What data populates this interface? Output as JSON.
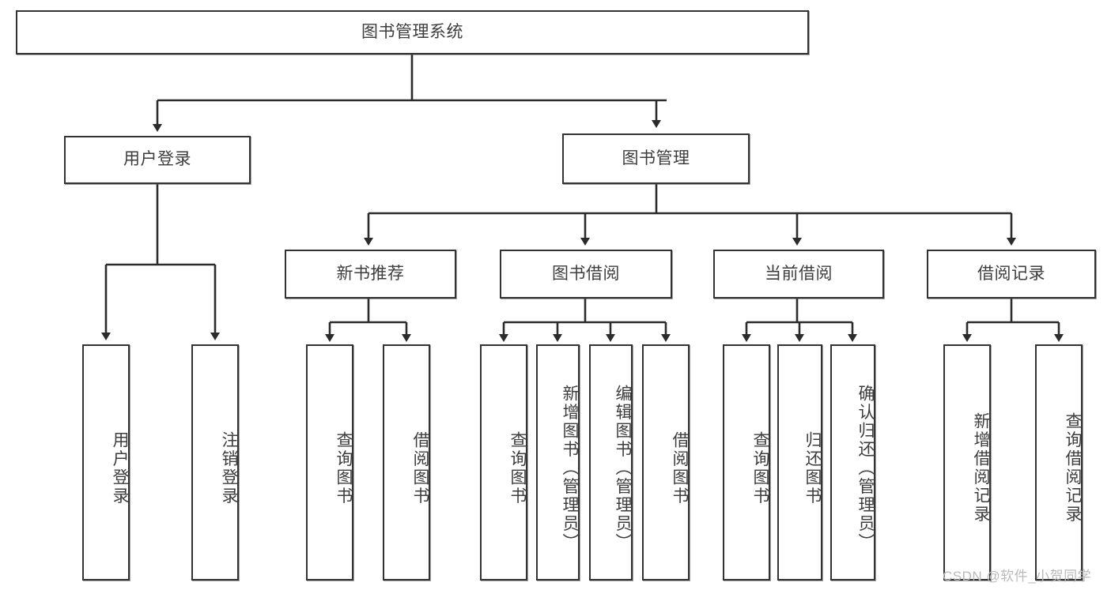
{
  "diagram": {
    "type": "tree-hierarchy",
    "title": "图书管理系统",
    "orientation": "top-down",
    "colors": {
      "box_border": "#333333",
      "box_fill": "#ffffff",
      "connector": "#2b2b2b",
      "text": "#3d3d3d",
      "watermark": "#b9b9b9",
      "background": "#ffffff"
    },
    "levels": {
      "level0": "系统根节点",
      "level1": "主模块",
      "level2": "子模块",
      "level3": "功能项"
    }
  },
  "nodes": {
    "root": {
      "label": "图书管理系统",
      "orientation": "horizontal"
    },
    "level1": [
      {
        "id": "user-login",
        "label": "用户登录",
        "orientation": "horizontal"
      },
      {
        "id": "book-manage",
        "label": "图书管理",
        "orientation": "horizontal"
      }
    ],
    "level2": [
      {
        "id": "new-book-recommend",
        "label": "新书推荐",
        "orientation": "horizontal",
        "parent": "book-manage"
      },
      {
        "id": "book-borrow",
        "label": "图书借阅",
        "orientation": "horizontal",
        "parent": "book-manage"
      },
      {
        "id": "current-borrow",
        "label": "当前借阅",
        "orientation": "horizontal",
        "parent": "book-manage"
      },
      {
        "id": "borrow-record",
        "label": "借阅记录",
        "orientation": "horizontal",
        "parent": "book-manage"
      }
    ],
    "leaves": [
      {
        "id": "leaf-user-login",
        "label": "用户登录",
        "orientation": "vertical",
        "parent": "user-login"
      },
      {
        "id": "leaf-user-logout",
        "label": "注销登录",
        "orientation": "vertical",
        "parent": "user-login"
      },
      {
        "id": "leaf-query-book-rec",
        "label": "查询图书",
        "orientation": "vertical",
        "parent": "new-book-recommend"
      },
      {
        "id": "leaf-borrow-book-rec",
        "label": "借阅图书",
        "orientation": "vertical",
        "parent": "new-book-recommend"
      },
      {
        "id": "leaf-query-book-borrow",
        "label": "查询图书",
        "orientation": "vertical",
        "parent": "book-borrow"
      },
      {
        "id": "leaf-add-book",
        "label": "新增图书（管理员）",
        "orientation": "vertical",
        "parent": "book-borrow"
      },
      {
        "id": "leaf-edit-book",
        "label": "编辑图书（管理员）",
        "orientation": "vertical",
        "parent": "book-borrow"
      },
      {
        "id": "leaf-borrow-book",
        "label": "借阅图书",
        "orientation": "vertical",
        "parent": "book-borrow"
      },
      {
        "id": "leaf-query-book-current",
        "label": "查询图书",
        "orientation": "vertical",
        "parent": "current-borrow"
      },
      {
        "id": "leaf-return-book",
        "label": "归还图书",
        "orientation": "vertical",
        "parent": "current-borrow"
      },
      {
        "id": "leaf-confirm-return",
        "label": "确认归还（管理员）",
        "orientation": "vertical",
        "parent": "current-borrow"
      },
      {
        "id": "leaf-add-record",
        "label": "新增借阅记录",
        "orientation": "vertical",
        "parent": "borrow-record"
      },
      {
        "id": "leaf-query-record",
        "label": "查询借阅记录",
        "orientation": "vertical",
        "parent": "borrow-record"
      }
    ]
  },
  "watermark": {
    "text": "CSDN @软件_小贺同学"
  }
}
